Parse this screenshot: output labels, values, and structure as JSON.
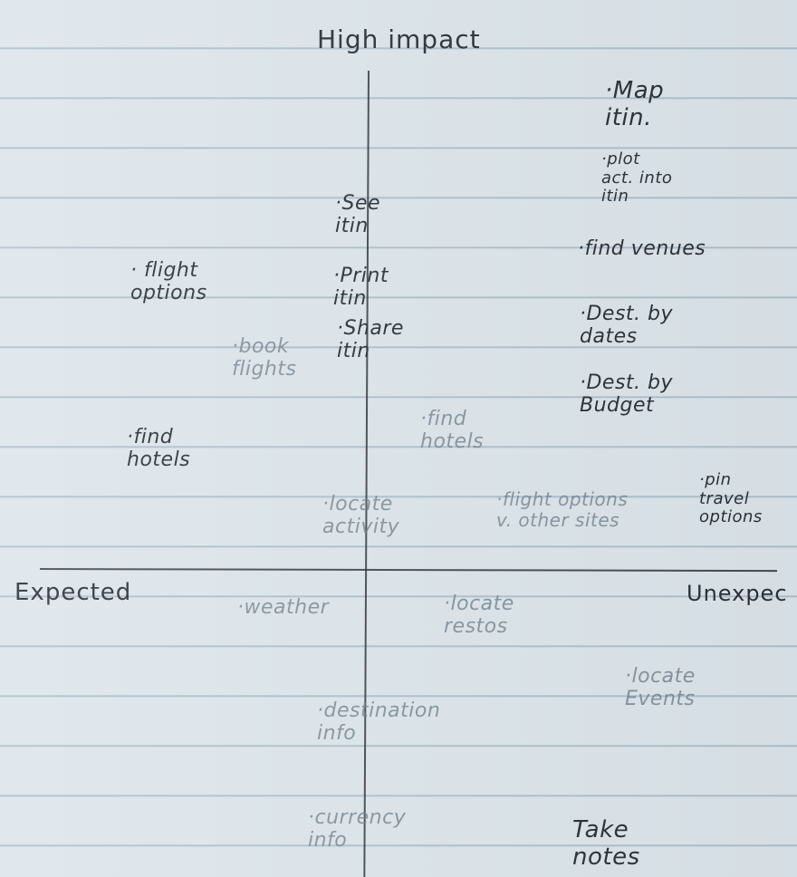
{
  "axes": {
    "top": "High impact",
    "left": "Expected",
    "right": "Unexpec"
  },
  "notes": {
    "map_itin": "·Map\nitin.",
    "plot_act": "·plot\nact. into\nitin",
    "see_itin": "·See\nitin",
    "print_itin": "·Print\nitin",
    "share_itin": "·Share\nitin",
    "find_venues": "·find venues",
    "flight_options": "· flight\noptions",
    "book_flights": "·book\nflights",
    "dest_dates": "·Dest. by\ndates",
    "dest_budget": "·Dest. by\nBudget",
    "find_hotels_left": "·find\nhotels",
    "find_hotels_right": "·find\nhotels",
    "locate_activity": "·locate\nactivity",
    "flight_options_other": "·flight options\nv. other sites",
    "pin_travel": "·pin\ntravel\noptions",
    "weather": "·weather",
    "locate_restos": "·locate\nrestos",
    "locate_events": "·locate\nEvents",
    "destination_info": "·destination\ninfo",
    "currency_info": "·currency\ninfo",
    "take_notes": "Take\nnotes"
  }
}
